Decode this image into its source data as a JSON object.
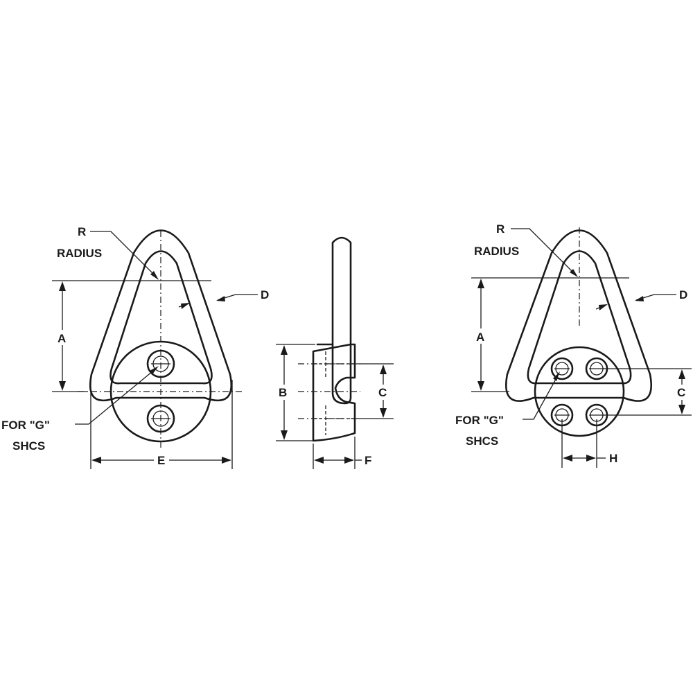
{
  "labels": {
    "r": "R",
    "radius": "RADIUS",
    "d": "D",
    "a": "A",
    "b": "B",
    "c": "C",
    "e": "E",
    "f": "F",
    "h": "H",
    "for_g": "FOR \"G\"",
    "shcs": "SHCS"
  },
  "colors": {
    "line": "#1a1a1a",
    "background": "#ffffff"
  }
}
